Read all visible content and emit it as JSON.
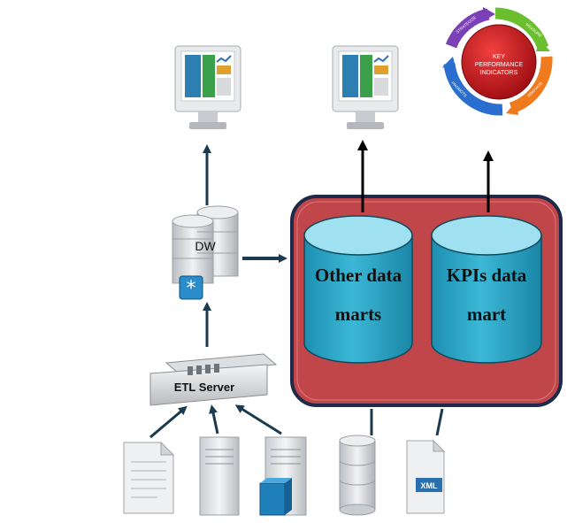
{
  "diagram": {
    "dw_label": "DW",
    "etl_label": "ETL Server",
    "mart_other_line1": "Other data",
    "mart_other_line2": "marts",
    "mart_kpi_line1": "KPIs data",
    "mart_kpi_line2": "mart",
    "kpi_center_line1": "KEY",
    "kpi_center_line2": "PERFORMANCE",
    "kpi_center_line3": "INDICATORS",
    "kpi_cycle_top_left": "STRATEGIZE",
    "kpi_cycle_top_right": "MEASURE",
    "kpi_cycle_bottom_right": "INNOVATE",
    "kpi_cycle_bottom_left": "PROMOTE",
    "xml_label": "XML"
  },
  "colors": {
    "arrow": "#1b3a4f",
    "mart_panel_fill": "#c0464a",
    "mart_panel_border": "#1e2a4a",
    "cylinder_fill": "#2fa9c8",
    "cylinder_top": "#9fe1f0",
    "kpi_center": "#c3161c"
  }
}
